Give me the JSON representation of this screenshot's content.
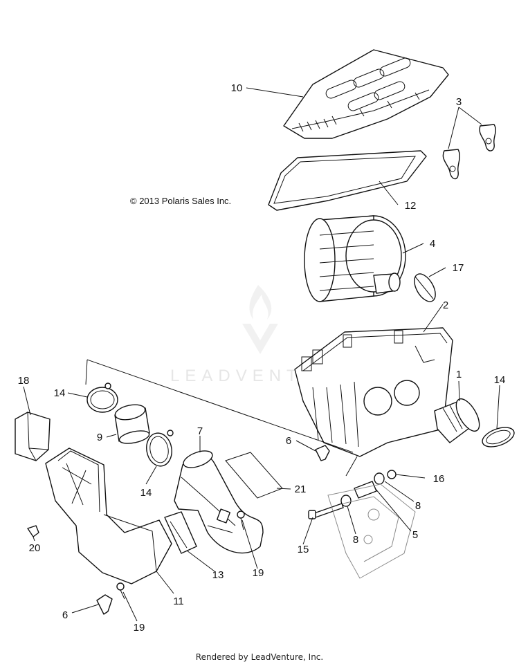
{
  "copyright": "© 2013 Polaris Sales Inc.",
  "footer": "Rendered by LeadVenture, Inc.",
  "watermark": "LEADVENTURE",
  "callouts": [
    "10",
    "3",
    "12",
    "4",
    "17",
    "2",
    "1",
    "14",
    "18",
    "14",
    "9",
    "7",
    "6",
    "16",
    "14",
    "21",
    "8",
    "5",
    "15",
    "8",
    "20",
    "13",
    "19",
    "11",
    "6",
    "19"
  ],
  "colors": {
    "line": "#111111",
    "watermark": "#e6e6e6"
  }
}
